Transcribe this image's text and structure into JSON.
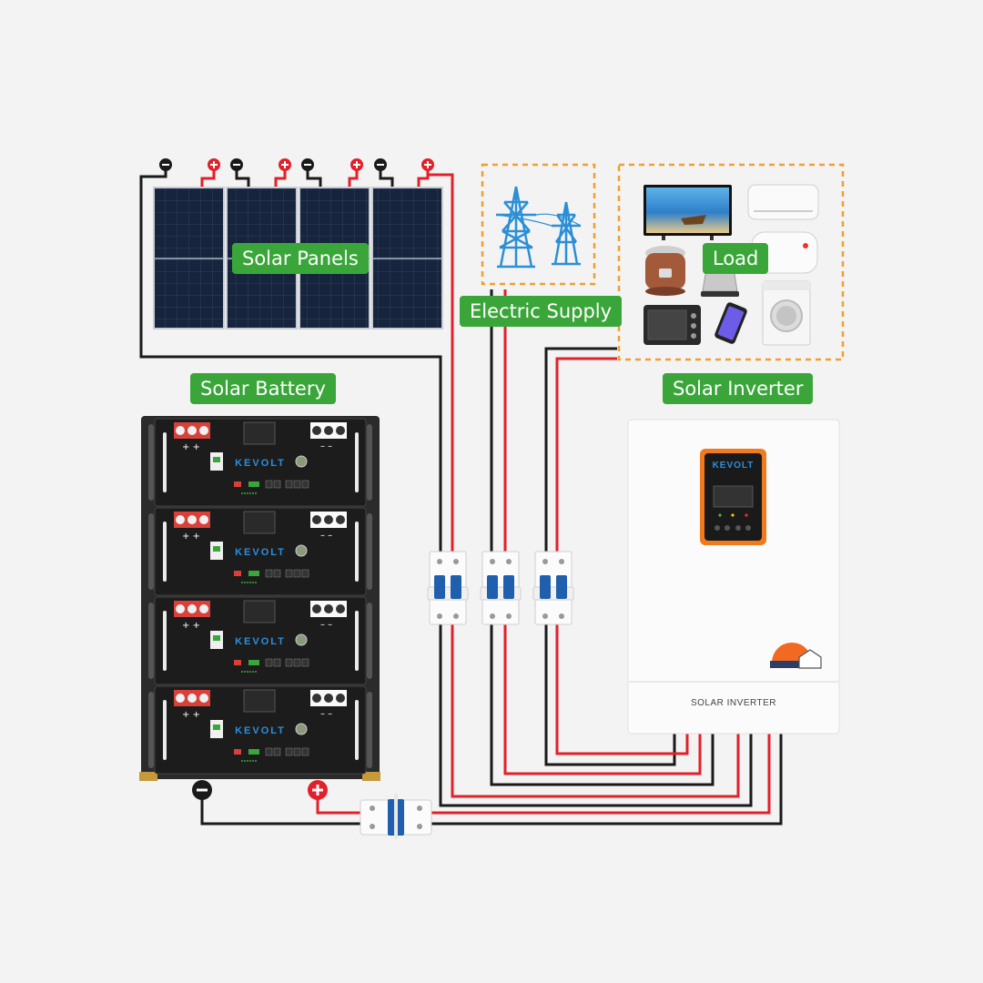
{
  "labels": {
    "solar_panels": "Solar Panels",
    "electric_supply": "Electric Supply",
    "load": "Load",
    "solar_battery": "Solar Battery",
    "solar_inverter": "Solar Inverter"
  },
  "battery": {
    "brand": "KEVOLT",
    "module_count": 4
  },
  "inverter": {
    "brand": "KEVOLT",
    "caption": "SOLAR INVERTER"
  },
  "panels": {
    "count": 4
  },
  "load_devices": [
    "tv-icon",
    "air-conditioner-icon",
    "water-heater-icon",
    "rice-cooker-icon",
    "kettle-icon",
    "oven-icon",
    "smartphone-icon",
    "washing-machine-icon"
  ],
  "colors": {
    "positive_wire": "#e3202a",
    "negative_wire": "#1a1a1a",
    "label_bg": "#3aa63a",
    "dashed_box": "#f0a030",
    "brand": "#2a8fe0",
    "inverter_accent": "#f07a1e"
  }
}
